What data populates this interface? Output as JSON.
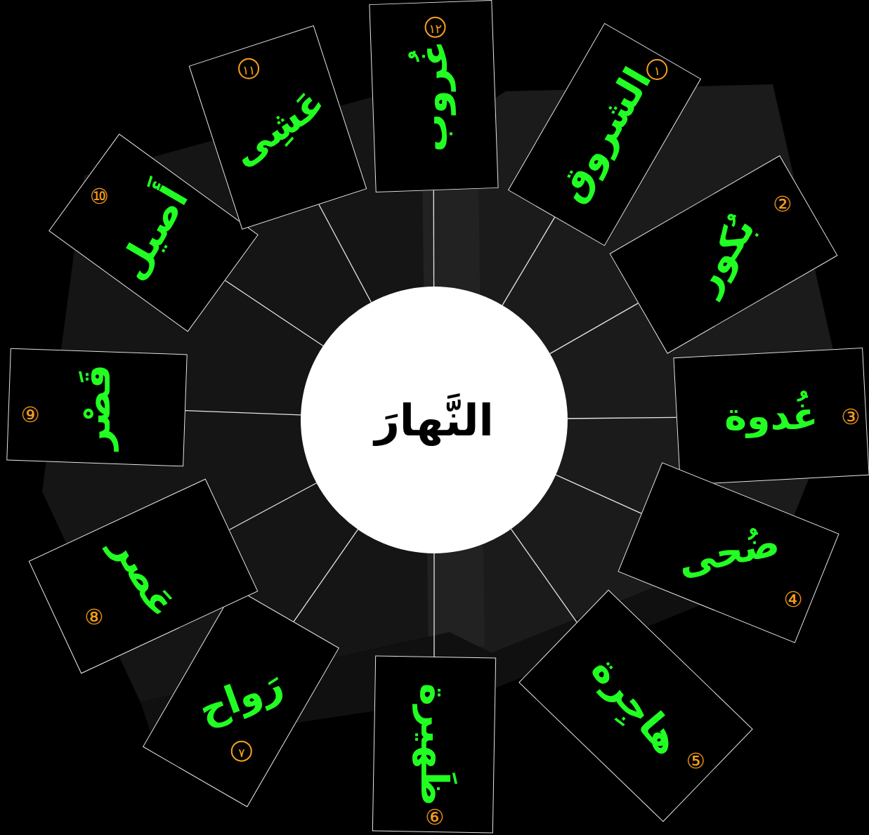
{
  "diagram": {
    "nodes": [
      {
        "text": [
          "النَّهارَ"
        ]
      },
      {
        "text": [
          "الشروق",
          "١"
        ]
      },
      {
        "text": [
          "بُكور",
          "②"
        ]
      },
      {
        "text": [
          "غُدوة",
          "③"
        ]
      },
      {
        "text": [
          "ضُحى",
          "④"
        ]
      },
      {
        "text": [
          "هاجِرة",
          "⑤"
        ]
      },
      {
        "text": [
          "ظَهيرة",
          "⑥"
        ]
      },
      {
        "text": [
          "رَواح",
          "٧"
        ]
      },
      {
        "text": [
          "عَصر",
          "⑧"
        ]
      },
      {
        "text": [
          "قَصْر",
          "⑨"
        ]
      },
      {
        "text": [
          "أَصيل",
          "⑩"
        ]
      },
      {
        "text": [
          "عَشِى",
          "١١"
        ]
      },
      {
        "text": [
          "غُروب",
          "١٢"
        ]
      }
    ],
    "edges": [
      {
        "from": 0,
        "to": 1,
        "arrow": "none"
      },
      {
        "from": 0,
        "to": 2,
        "arrow": "none"
      },
      {
        "from": 0,
        "to": 3,
        "arrow": "none"
      },
      {
        "from": 0,
        "to": 4,
        "arrow": "none"
      },
      {
        "from": 0,
        "to": 5,
        "arrow": "none"
      },
      {
        "from": 0,
        "to": 6,
        "arrow": "none"
      },
      {
        "from": 0,
        "to": 7,
        "arrow": "none"
      },
      {
        "from": 0,
        "to": 8,
        "arrow": "none"
      },
      {
        "from": 0,
        "to": 9,
        "arrow": "none"
      },
      {
        "from": 0,
        "to": 10,
        "arrow": "none"
      },
      {
        "from": 0,
        "to": 11,
        "arrow": "none"
      },
      {
        "from": 0,
        "to": 12,
        "arrow": "none"
      }
    ]
  }
}
